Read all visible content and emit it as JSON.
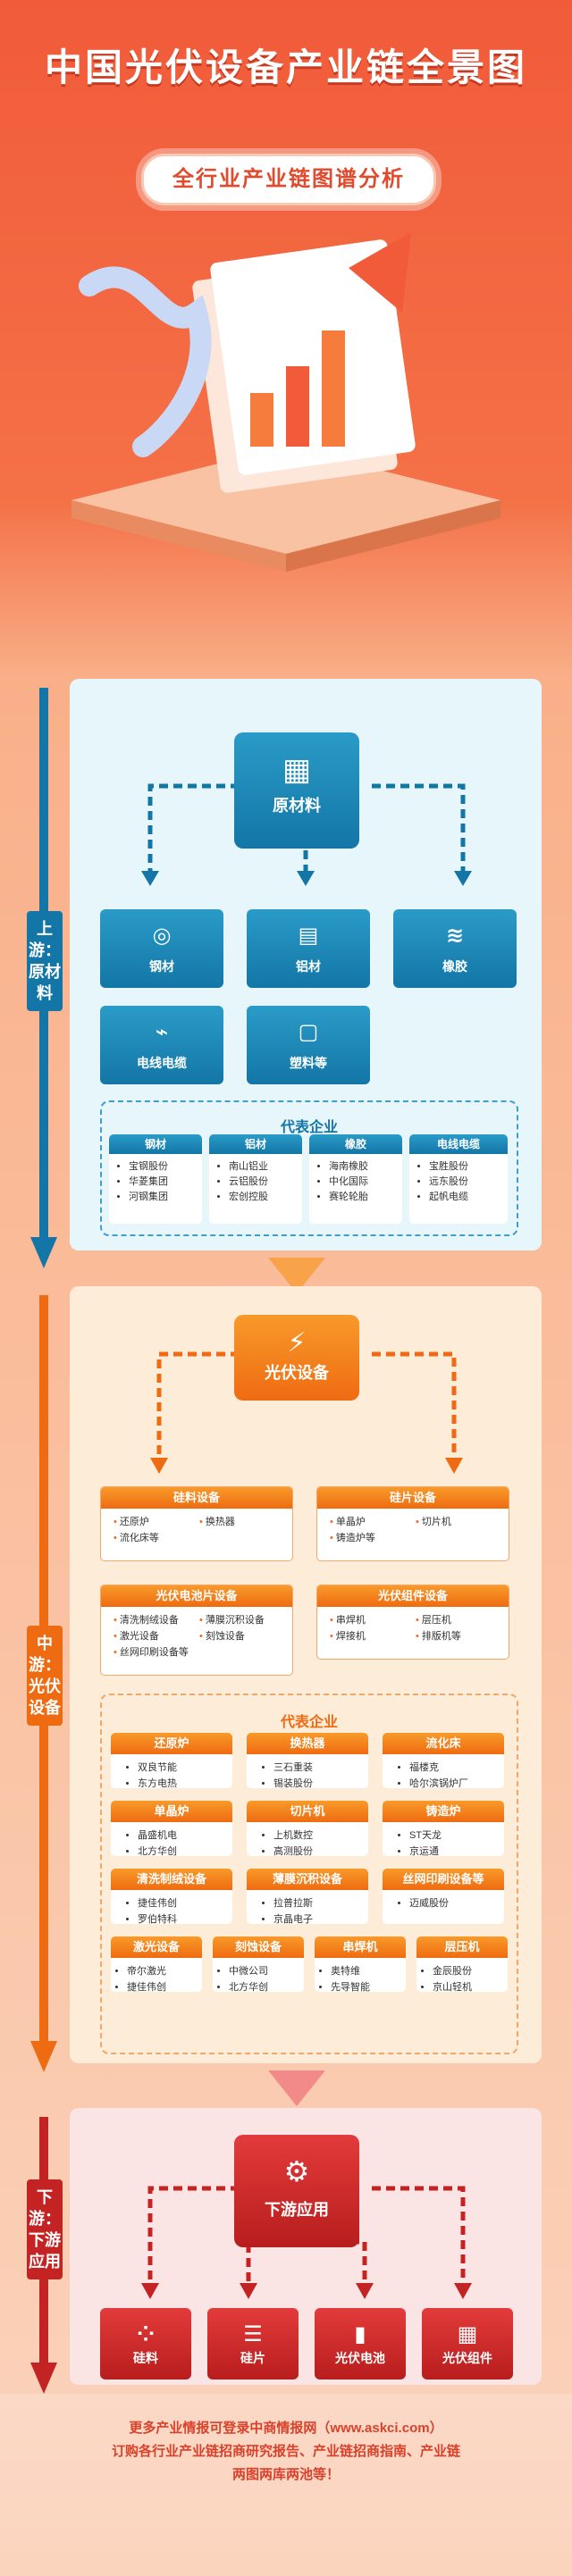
{
  "header": {
    "title": "中国光伏设备产业链全景图",
    "subtitle": "全行业产业链图谱分析"
  },
  "upstream": {
    "stage_label": "上游：原材料",
    "hub_label": "原材料",
    "categories": [
      "钢材",
      "铝材",
      "橡胶",
      "电线电缆",
      "塑料等"
    ],
    "rep_title": "代表企业",
    "rep_cols": [
      {
        "title": "钢材",
        "items": [
          "宝钢股份",
          "华菱集团",
          "河钢集团"
        ]
      },
      {
        "title": "铝材",
        "items": [
          "南山铝业",
          "云铝股份",
          "宏创控股"
        ]
      },
      {
        "title": "橡胶",
        "items": [
          "海南橡胶",
          "中化国际",
          "赛轮轮胎"
        ]
      },
      {
        "title": "电线电缆",
        "items": [
          "宝胜股份",
          "远东股份",
          "起帆电缆"
        ]
      }
    ]
  },
  "midstream": {
    "stage_label": "中游：光伏设备",
    "hub_label": "光伏设备",
    "equipment": [
      {
        "title": "硅料设备",
        "items": [
          "还原炉",
          "换热器",
          "流化床等"
        ]
      },
      {
        "title": "硅片设备",
        "items": [
          "单晶炉",
          "切片机",
          "铸造炉等"
        ]
      },
      {
        "title": "光伏电池片设备",
        "items": [
          "清洗制绒设备",
          "薄膜沉积设备",
          "激光设备",
          "刻蚀设备",
          "丝网印刷设备等"
        ]
      },
      {
        "title": "光伏组件设备",
        "items": [
          "串焊机",
          "层压机",
          "焊接机",
          "排版机等"
        ]
      }
    ],
    "rep_title": "代表企业",
    "companies": [
      {
        "title": "还原炉",
        "items": [
          "双良节能",
          "东方电热"
        ]
      },
      {
        "title": "换热器",
        "items": [
          "三石重装",
          "锡装股份"
        ]
      },
      {
        "title": "流化床",
        "items": [
          "福楼克",
          "哈尔滨锅炉厂"
        ]
      },
      {
        "title": "单晶炉",
        "items": [
          "晶盛机电",
          "北方华创"
        ]
      },
      {
        "title": "切片机",
        "items": [
          "上机数控",
          "高测股份"
        ]
      },
      {
        "title": "铸造炉",
        "items": [
          "ST天龙",
          "京运通"
        ]
      },
      {
        "title": "清洗制绒设备",
        "items": [
          "捷佳伟创",
          "罗伯特科"
        ]
      },
      {
        "title": "薄膜沉积设备",
        "items": [
          "拉普拉斯",
          "京晶电子"
        ]
      },
      {
        "title": "丝网印刷设备等",
        "items": [
          "迈威股份"
        ]
      },
      {
        "title": "激光设备",
        "items": [
          "帝尔激光",
          "捷佳伟创"
        ]
      },
      {
        "title": "刻蚀设备",
        "items": [
          "中微公司",
          "北方华创"
        ]
      },
      {
        "title": "串焊机",
        "items": [
          "奥特维",
          "先导智能"
        ]
      },
      {
        "title": "层压机",
        "items": [
          "金辰股份",
          "京山轻机"
        ]
      }
    ]
  },
  "downstream": {
    "stage_label": "下游：下游应用",
    "hub_label": "下游应用",
    "apps": [
      "硅料",
      "硅片",
      "光伏电池",
      "光伏组件"
    ]
  },
  "footer": {
    "line1": "更多产业情报可登录中商情报网（www.askci.com）",
    "line2": "订购各行业产业链招商研究报告、产业链招商指南、产业链",
    "line3": "两图两库两池等！"
  },
  "colors": {
    "blue": "#1376a6",
    "orange": "#ef6b12",
    "red": "#c42323"
  }
}
